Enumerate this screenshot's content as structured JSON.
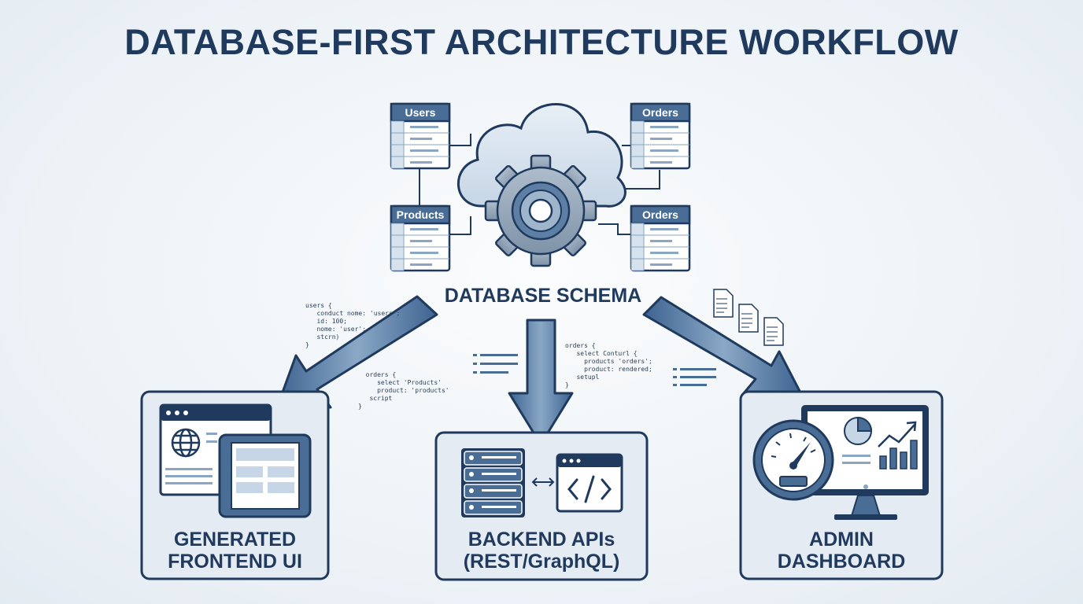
{
  "title": "DATABASE-FIRST ARCHITECTURE WORKFLOW",
  "schema": {
    "label": "DATABASE SCHEMA",
    "tables": [
      {
        "name": "Users"
      },
      {
        "name": "Orders"
      },
      {
        "name": "Products"
      },
      {
        "name": "Orders"
      }
    ]
  },
  "outputs": [
    {
      "line1": "GENERATED",
      "line2": "FRONTEND UI"
    },
    {
      "line1": "BACKEND APIs",
      "line2": "(REST/GraphQL)"
    },
    {
      "line1": "ADMIN",
      "line2": "DASHBOARD"
    }
  ],
  "snippets": {
    "users": "users {\n   conduct nome: 'users';\n   id: 100;\n   nome: 'user';\n   stcrn)\n}",
    "products": "  orders {\n     select 'Products'\n     product: 'products'\n   script\n}",
    "orders": "orders {\n   select Conturl {\n     products 'orders';\n     product: rendered;\n   setupl\n}"
  },
  "colors": {
    "navy": "#1f3a5d",
    "steel": "#4a6d96",
    "light": "#d6e2ee",
    "panel": "#e4ebf3"
  }
}
